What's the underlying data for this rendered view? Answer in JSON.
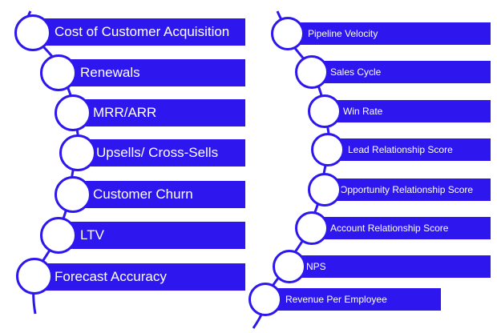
{
  "colors": {
    "accent": "#2d17ee",
    "background": "#ffffff",
    "text": "#ffffff"
  },
  "left_items": [
    "Cost of Customer Acquisition",
    "Renewals",
    "MRR/ARR",
    "Upsells/ Cross-Sells",
    "Customer Churn",
    "LTV",
    "Forecast Accuracy"
  ],
  "right_items": [
    "Pipeline Velocity",
    "Sales Cycle",
    "Win Rate",
    "Lead Relationship Score",
    "Opportunity Relationship Score",
    "Account Relationship Score",
    "NPS",
    "Revenue Per Employee"
  ]
}
